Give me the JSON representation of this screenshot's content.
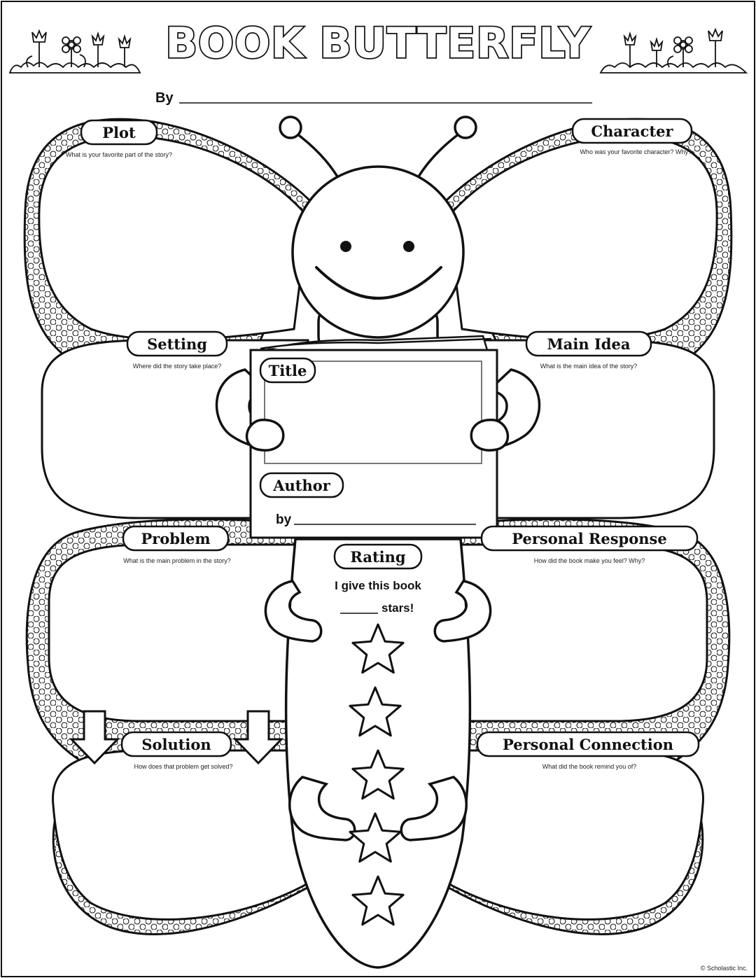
{
  "header": {
    "title": "BOOK BUTTERFLY",
    "by_label": "By"
  },
  "sections": {
    "plot": {
      "label": "Plot",
      "prompt": "What is your favorite part of the story?"
    },
    "character": {
      "label": "Character",
      "prompt": "Who was your favorite character? Why?"
    },
    "setting": {
      "label": "Setting",
      "prompt": "Where did the story take place?"
    },
    "main_idea": {
      "label": "Main Idea",
      "prompt": "What is the main idea of the story?"
    },
    "problem": {
      "label": "Problem",
      "prompt": "What is the main problem in the story?"
    },
    "personal_response": {
      "label": "Personal Response",
      "prompt": "How did the book make you feel? Why?"
    },
    "solution": {
      "label": "Solution",
      "prompt": "How does that problem get solved?"
    },
    "personal_connection": {
      "label": "Personal Connection",
      "prompt": "What did the book remind you of?"
    }
  },
  "book": {
    "title_label": "Title",
    "author_label": "Author",
    "by_label": "by"
  },
  "rating": {
    "label": "Rating",
    "line1": "I give this book",
    "line2": "stars!",
    "star_count": 5
  },
  "footer": {
    "copyright": "© Scholastic Inc."
  }
}
